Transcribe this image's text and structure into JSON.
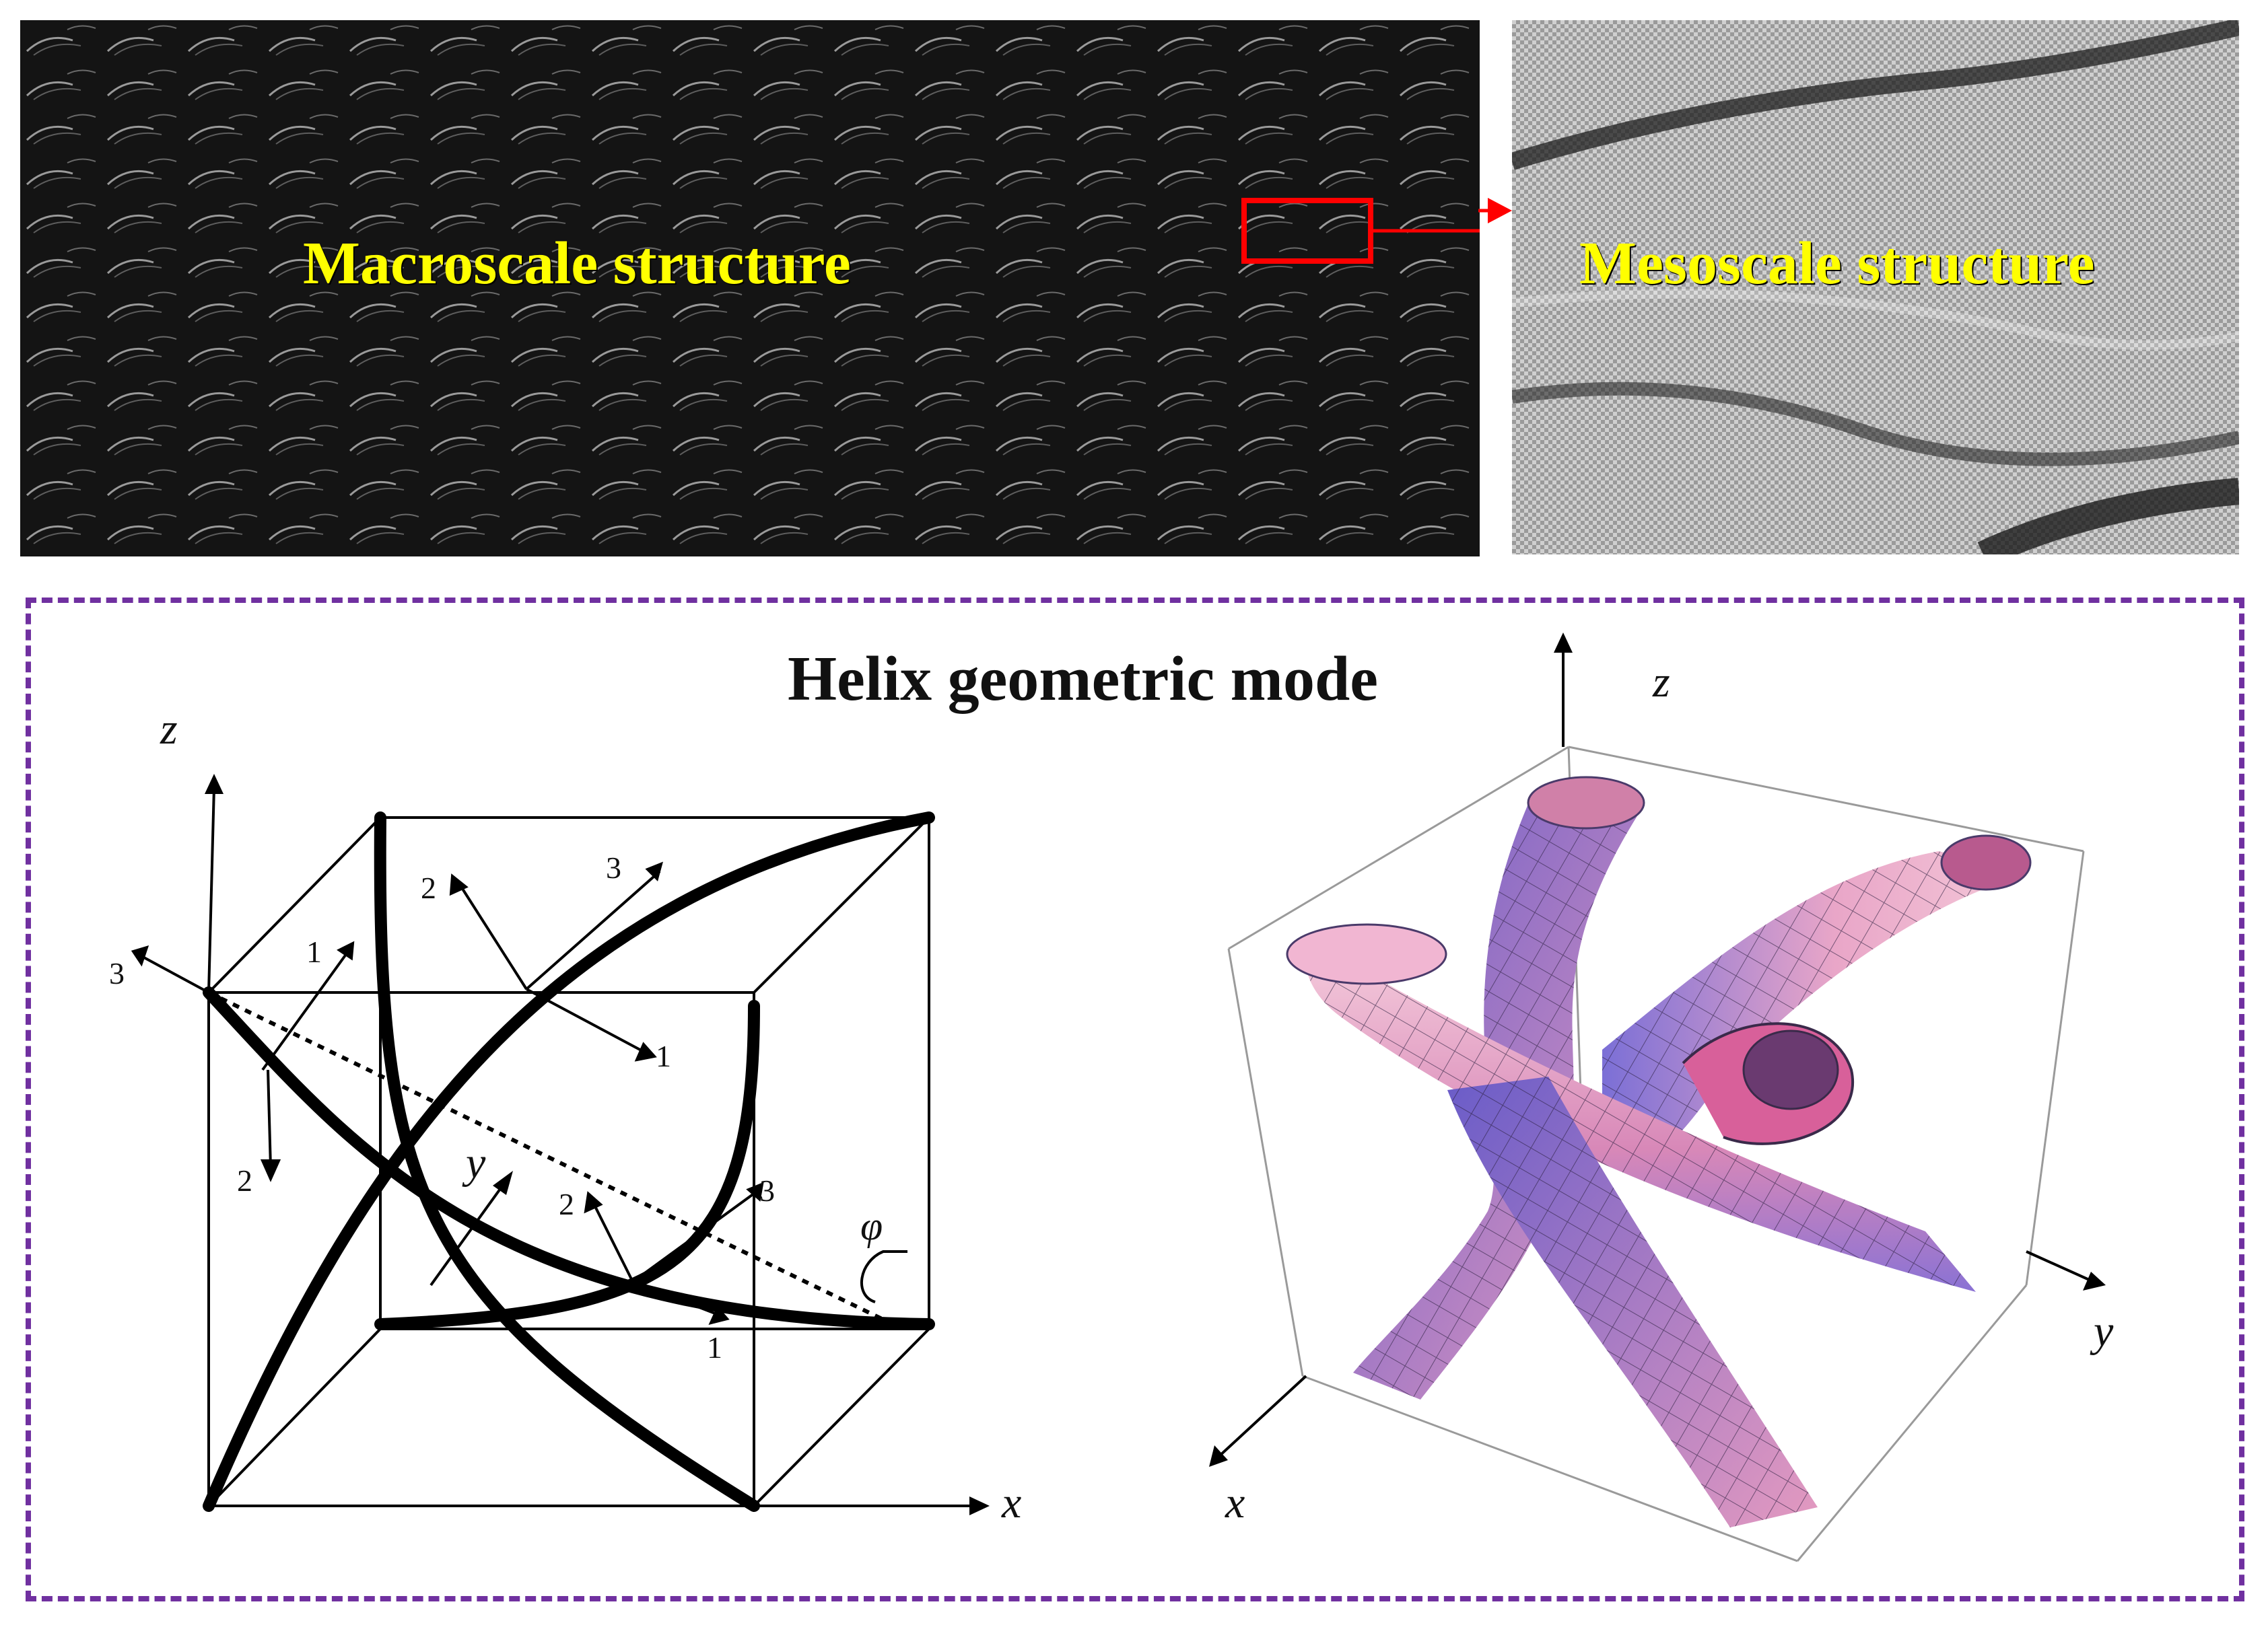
{
  "top": {
    "macro_label": "Macroscale structure",
    "meso_label": "Mesoscale structure"
  },
  "helix": {
    "title": "Helix geometric mode"
  },
  "left_diagram": {
    "axis_z": "z",
    "axis_x": "x",
    "axis_y": "y",
    "angle": "φ",
    "dir_1": "1",
    "dir_2": "2",
    "dir_3": "3"
  },
  "right_diagram": {
    "axis_z": "z",
    "axis_x": "x",
    "axis_y": "y"
  },
  "colors": {
    "frame": "#7030a0",
    "photo_label": "#ffff00",
    "highlight_box": "#ff0000",
    "tube_pink": "#f0b0c8",
    "tube_violet": "#8070d8"
  }
}
